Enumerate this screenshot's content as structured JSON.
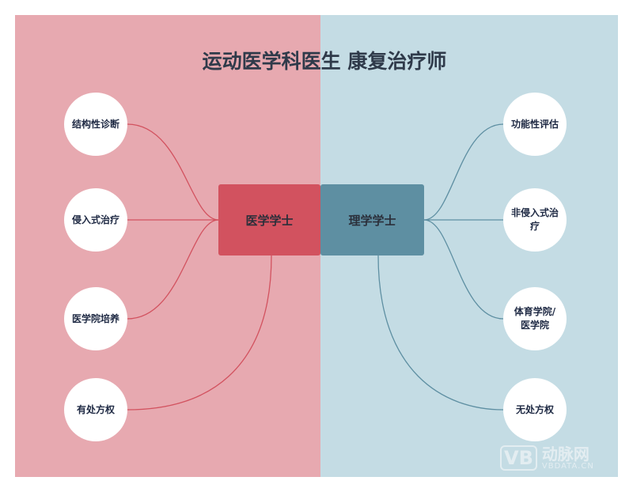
{
  "title": "运动医学科医生 康复治疗师",
  "left": {
    "center": "医学学士",
    "nodes": [
      "结构性诊断",
      "侵入式治疗",
      "医学院培养",
      "有处方权"
    ],
    "color": "#d2525f"
  },
  "right": {
    "center": "理学学士",
    "nodes": [
      "功能性评估",
      "非侵入式治疗",
      "体育学院/医学院",
      "无处方权"
    ],
    "color": "#5e8fa2"
  },
  "watermark": {
    "logo": "VB",
    "name": "动脉网",
    "site": "VBDATA.CN"
  }
}
